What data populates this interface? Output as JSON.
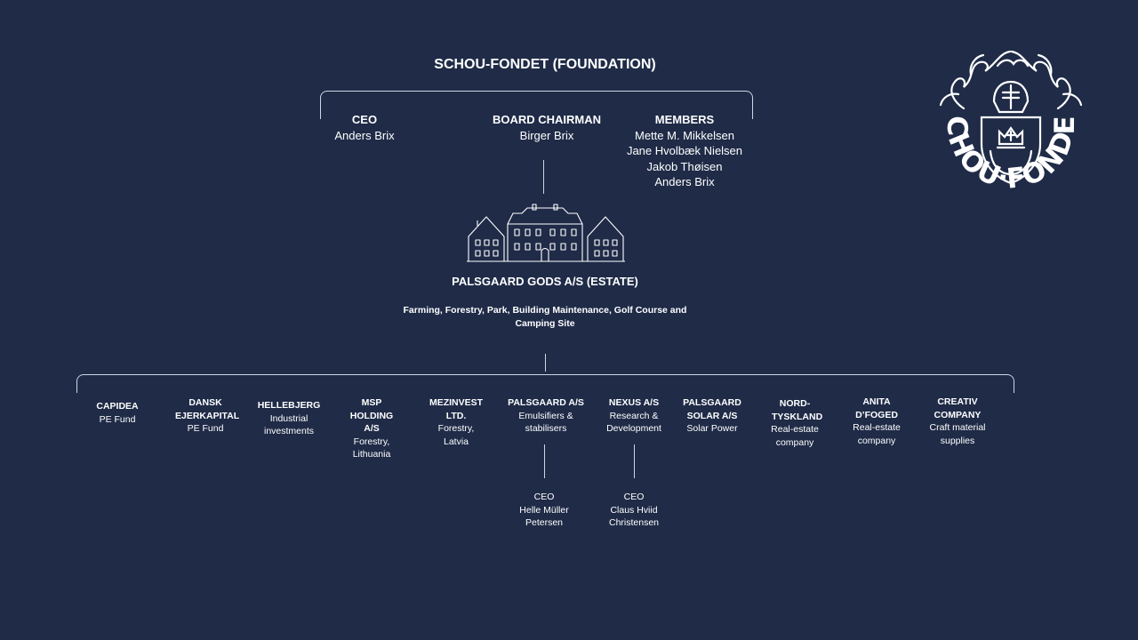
{
  "foundation": {
    "title": "SCHOU-FONDET (FOUNDATION)",
    "roles": [
      {
        "label": "CEO",
        "names": [
          "Anders Brix"
        ]
      },
      {
        "label": "BOARD CHAIRMAN",
        "names": [
          "Birger Brix"
        ]
      },
      {
        "label": "MEMBERS",
        "names": [
          "Mette M. Mikkelsen",
          "Jane Hvolbæk Nielsen",
          "Jakob Thøisen",
          "Anders Brix"
        ]
      }
    ]
  },
  "logo": {
    "text": "SCHOU·FONDET",
    "icon": "crest-icon"
  },
  "estate": {
    "icon": "manor-house-icon",
    "title": "PALSGAARD GODS A/S (ESTATE)",
    "description": "Farming, Forestry, Park, Building Maintenance, Golf Course and Camping Site"
  },
  "subsidiaries": [
    {
      "name": "CAPIDEA",
      "desc": "PE Fund"
    },
    {
      "name": "DANSK EJERKAPITAL",
      "desc": "PE Fund"
    },
    {
      "name": "HELLEBJERG",
      "desc": "Industrial investments"
    },
    {
      "name": "MSP HOLDING A/S",
      "desc": "Forestry, Lithuania"
    },
    {
      "name": "MEZINVEST LTD.",
      "desc": "Forestry, Latvia"
    },
    {
      "name": "PALSGAARD A/S",
      "desc": "Emulsifiers & stabilisers"
    },
    {
      "name": "NEXUS A/S",
      "desc": "Research & Development"
    },
    {
      "name": "PALSGAARD SOLAR A/S",
      "desc": "Solar Power"
    },
    {
      "name": "NORD-TYSKLAND",
      "desc": "Real-estate company"
    },
    {
      "name": "ANITA D’FOGED",
      "desc": "Real-estate company"
    },
    {
      "name": "CREATIV COMPANY",
      "desc": "Craft material supplies"
    }
  ],
  "ceos": [
    {
      "label": "CEO",
      "name": "Helle Müller Petersen"
    },
    {
      "label": "CEO",
      "name": "Claus Hviid Christensen"
    }
  ]
}
